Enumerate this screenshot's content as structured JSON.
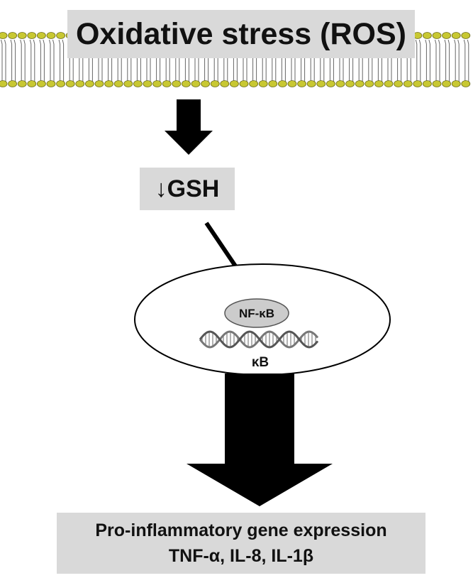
{
  "membrane": {
    "label": "Oxidative stress (ROS)"
  },
  "gsh": {
    "arrow_symbol": "↓",
    "label": "GSH"
  },
  "nucleus": {
    "factor_label": "NF-κB",
    "site_label": "κB"
  },
  "output": {
    "line1": "Pro-inflammatory gene expression",
    "line2": "TNF-α, IL-8, IL-1β"
  },
  "colors": {
    "lipid_head": "#c8c832",
    "lipid_head_edge": "#6a6a1a",
    "box_fill": "#d9d9d9",
    "arrow": "#000000"
  },
  "icons": [
    "lipid-bilayer",
    "dna-helix"
  ]
}
